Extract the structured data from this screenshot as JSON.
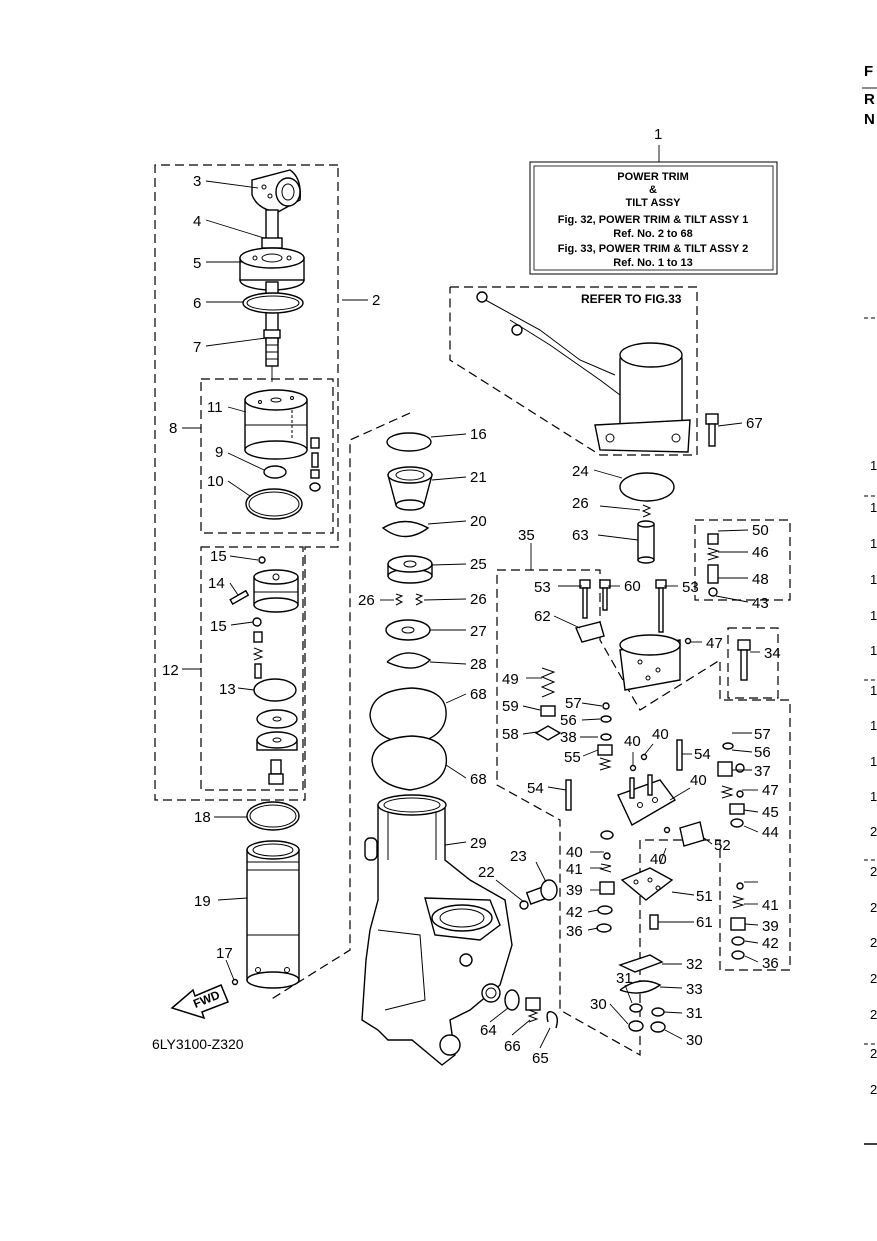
{
  "edge": {
    "letters": [
      "F",
      "R",
      "N"
    ],
    "numbers": [
      "1",
      "1",
      "1",
      "1",
      "1",
      "1",
      "1",
      "1",
      "1",
      "1",
      "2",
      "2",
      "2",
      "2",
      "2",
      "2",
      "2",
      "2"
    ]
  },
  "title_box": {
    "line1": "POWER TRIM",
    "line2": "&",
    "line3": "TILT ASSY",
    "line4": "Fig. 32, POWER TRIM & TILT ASSY 1",
    "line5": "Ref. No. 2 to 68",
    "line6": "Fig. 33, POWER TRIM & TILT ASSY 2",
    "line7": "Ref. No. 1 to 13"
  },
  "refer_note": "REFER TO FIG.33",
  "fwd_label": "FWD",
  "diagram_code": "6LY3100-Z320",
  "labels": [
    "1",
    "2",
    "3",
    "4",
    "5",
    "6",
    "7",
    "8",
    "9",
    "10",
    "11",
    "12",
    "13",
    "14",
    "15",
    "15",
    "16",
    "17",
    "18",
    "19",
    "20",
    "21",
    "22",
    "23",
    "24",
    "25",
    "26",
    "26",
    "26",
    "27",
    "28",
    "29",
    "30",
    "30",
    "31",
    "31",
    "32",
    "33",
    "34",
    "35",
    "36",
    "36",
    "37",
    "38",
    "39",
    "39",
    "40",
    "40",
    "40",
    "40",
    "40",
    "41",
    "41",
    "42",
    "42",
    "43",
    "44",
    "45",
    "46",
    "47",
    "47",
    "48",
    "49",
    "50",
    "51",
    "52",
    "53",
    "53",
    "54",
    "54",
    "55",
    "56",
    "56",
    "57",
    "57",
    "58",
    "59",
    "60",
    "61",
    "62",
    "63",
    "64",
    "65",
    "66",
    "67",
    "68",
    "68"
  ]
}
